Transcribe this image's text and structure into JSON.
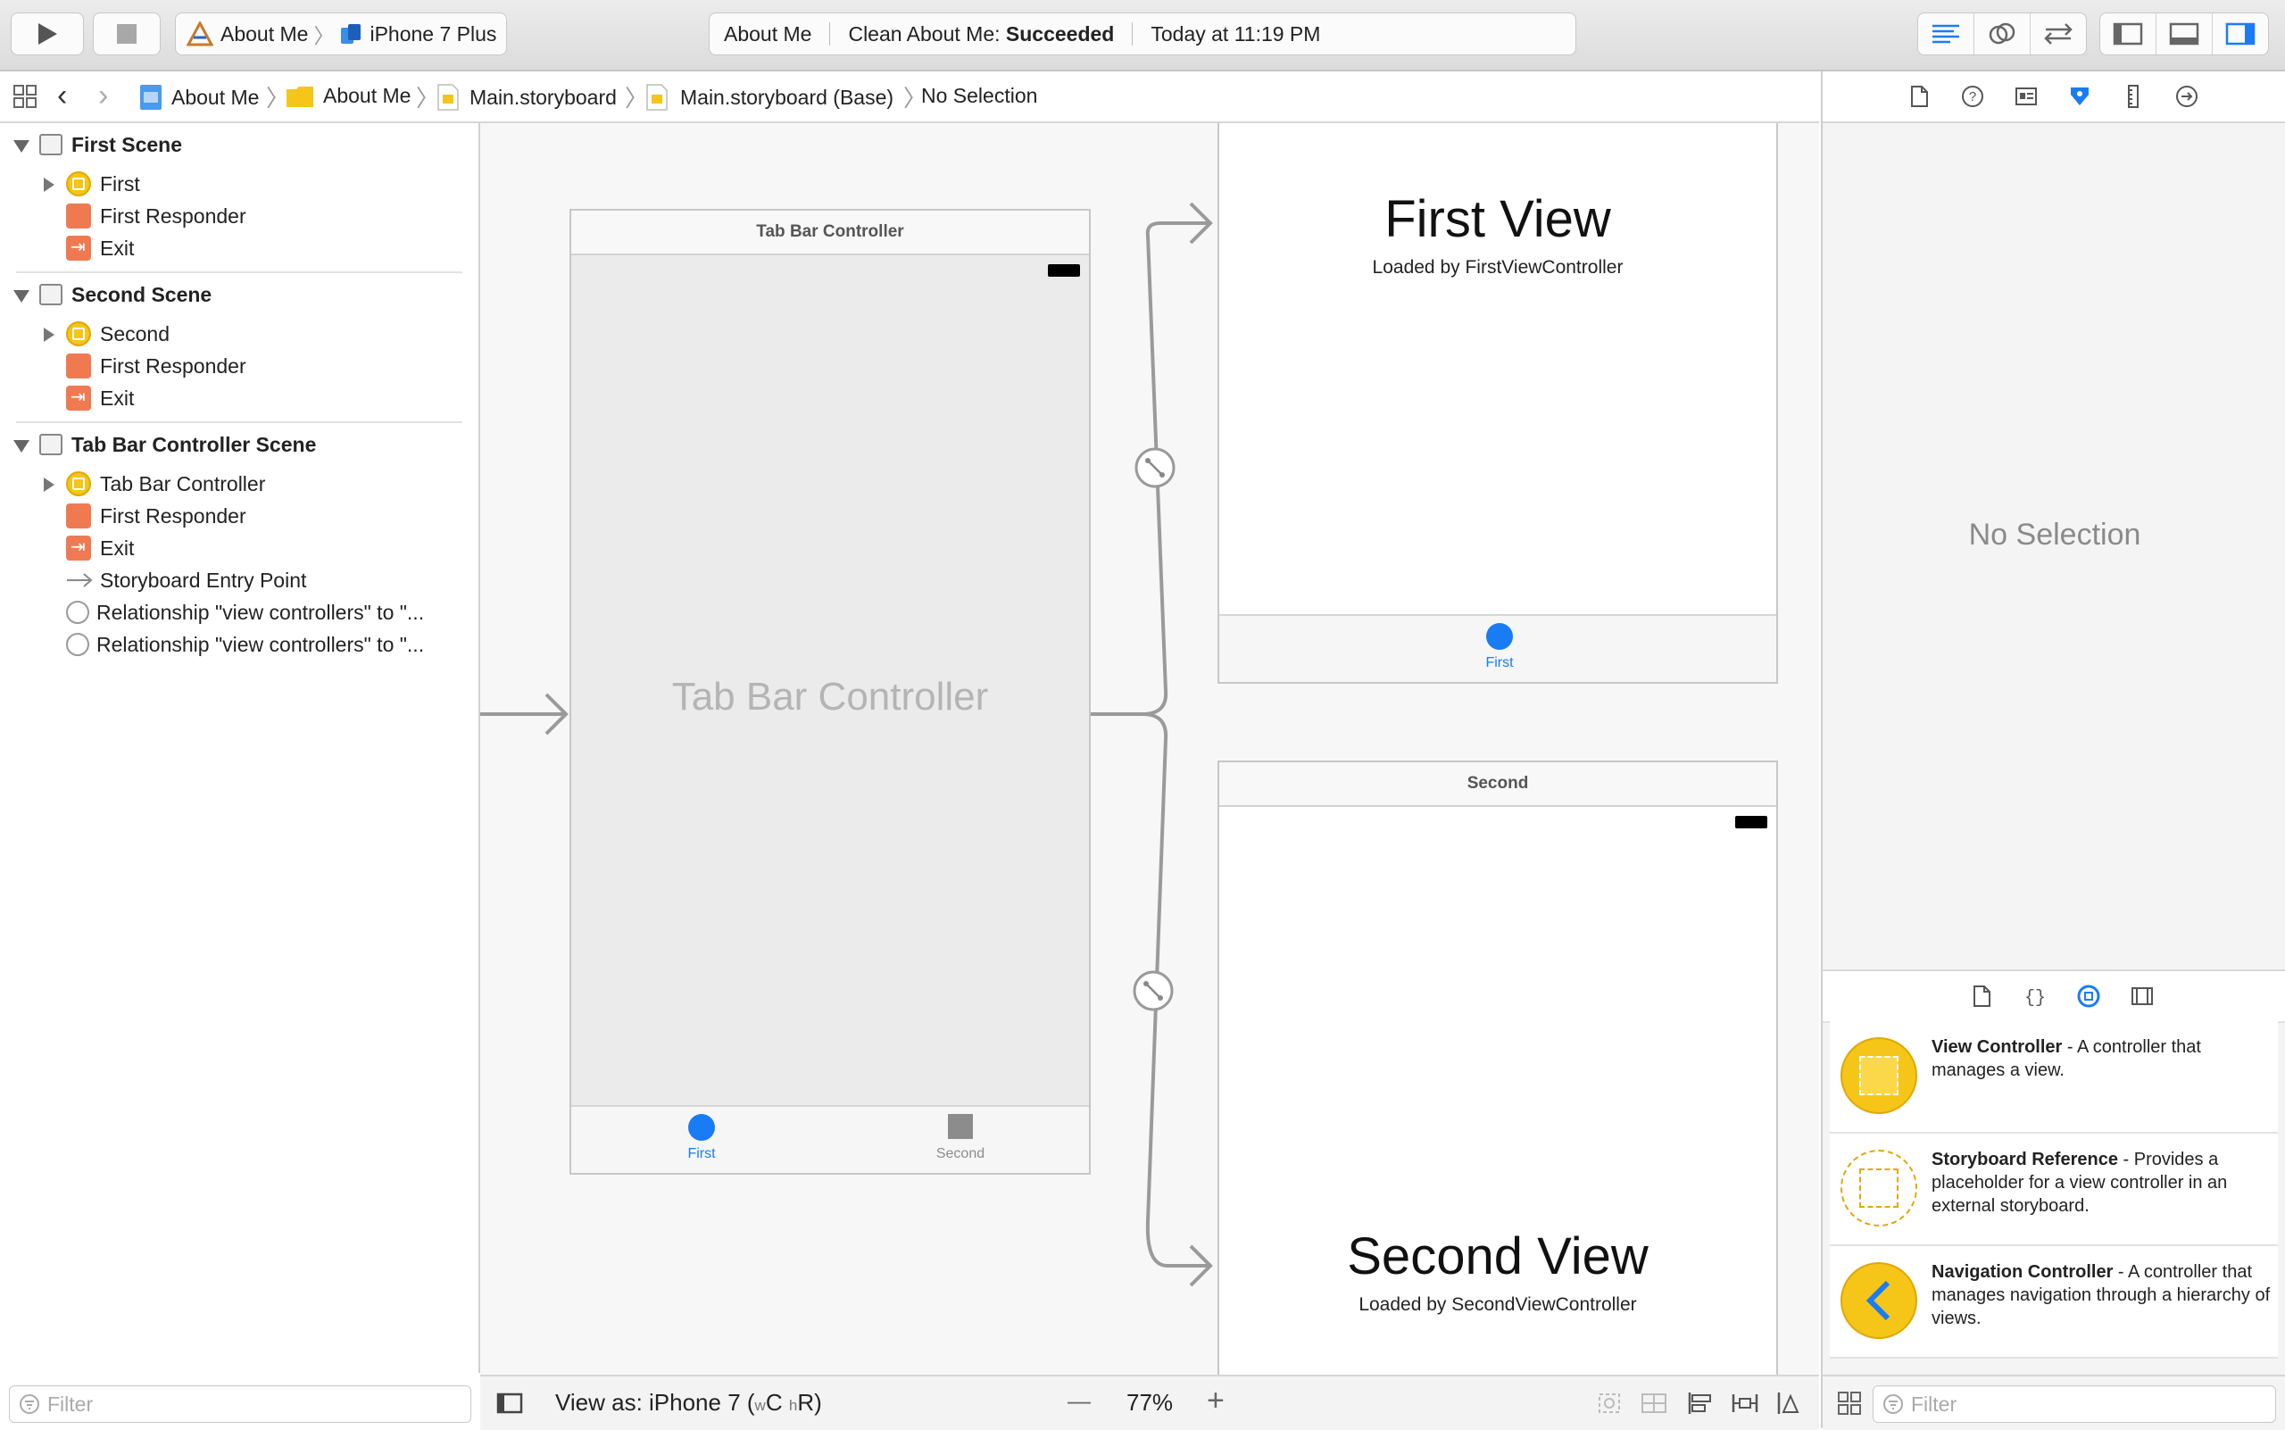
{
  "toolbar": {
    "scheme_target": "About Me",
    "scheme_device": "iPhone 7 Plus",
    "status_project": "About Me",
    "status_action": "Clean About Me: ",
    "status_result": "Succeeded",
    "status_time": "Today at 11:19 PM"
  },
  "jumpbar": {
    "items": [
      "About Me",
      "About Me",
      "Main.storyboard",
      "Main.storyboard (Base)",
      "No Selection"
    ]
  },
  "navigator": {
    "scenes": [
      {
        "title": "First Scene",
        "items": [
          "First",
          "First Responder",
          "Exit"
        ]
      },
      {
        "title": "Second Scene",
        "items": [
          "Second",
          "First Responder",
          "Exit"
        ]
      },
      {
        "title": "Tab Bar Controller Scene",
        "items": [
          "Tab Bar Controller",
          "First Responder",
          "Exit",
          "Storyboard Entry Point",
          "Relationship \"view controllers\" to \"...",
          "Relationship \"view controllers\" to \"..."
        ]
      }
    ],
    "filter_placeholder": "Filter"
  },
  "canvas": {
    "tab_bar_controller": {
      "title": "Tab Bar Controller",
      "center_label": "Tab Bar Controller",
      "tabs": [
        "First",
        "Second"
      ]
    },
    "first_view": {
      "heading": "First View",
      "subtitle": "Loaded by FirstViewController",
      "tab": "First"
    },
    "second_view": {
      "title": "Second",
      "heading": "Second View",
      "subtitle": "Loaded by SecondViewController"
    },
    "bottom": {
      "view_as_prefix": "View as: iPhone 7 (",
      "w": "w",
      "c": "C",
      "h": "h",
      "r": "R",
      "view_as_suffix": ")",
      "zoom": "77%",
      "minus": "—",
      "plus": "+"
    }
  },
  "inspector": {
    "empty_text": "No Selection"
  },
  "library": {
    "items": [
      {
        "name": "View Controller",
        "desc": " - A controller that manages a view."
      },
      {
        "name": "Storyboard Reference",
        "desc": " - Provides a placeholder for a view controller in an external storyboard."
      },
      {
        "name": "Navigation Controller",
        "desc": " - A controller that manages navigation through a hierarchy of views."
      }
    ],
    "filter_placeholder": "Filter"
  },
  "colors": {
    "accent": "#1a7cf5",
    "object_yellow": "#f5c518",
    "object_orange": "#ef7a52"
  }
}
